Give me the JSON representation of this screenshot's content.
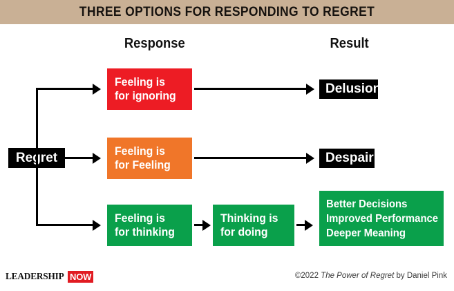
{
  "title": "THREE OPTIONS FOR RESPONDING TO REGRET",
  "colors": {
    "title_band": "#c9b095",
    "red": "#ed1c24",
    "orange": "#f07629",
    "green": "#0aa04b",
    "black": "#000000",
    "logo_red": "#e11b22"
  },
  "headers": {
    "response": "Response",
    "result": "Result"
  },
  "source": {
    "label": "Regret"
  },
  "rows": [
    {
      "id": "ignoring",
      "response_line1": "Feeling is",
      "response_line2": "for ignoring",
      "response_color": "#ed1c24",
      "result_label": "Delusion",
      "result_color": "#000000"
    },
    {
      "id": "feeling",
      "response_line1": "Feeling is",
      "response_line2": "for Feeling",
      "response_color": "#f07629",
      "result_label": "Despair",
      "result_color": "#000000"
    },
    {
      "id": "thinking",
      "response_line1": "Feeling is",
      "response_line2": "for thinking",
      "response_color": "#0aa04b",
      "middle_line1": "Thinking is",
      "middle_line2": "for doing",
      "middle_color": "#0aa04b",
      "result_line1": "Better Decisions",
      "result_line2": "Improved Performance",
      "result_line3": "Deeper Meaning",
      "result_color": "#0aa04b"
    }
  ],
  "footer": {
    "logo_part1": "LEADERSHIP",
    "logo_part2": "NOW",
    "copyright_prefix": "©2022 ",
    "copyright_title": "The Power of Regret",
    "copyright_suffix": " by Daniel Pink"
  }
}
